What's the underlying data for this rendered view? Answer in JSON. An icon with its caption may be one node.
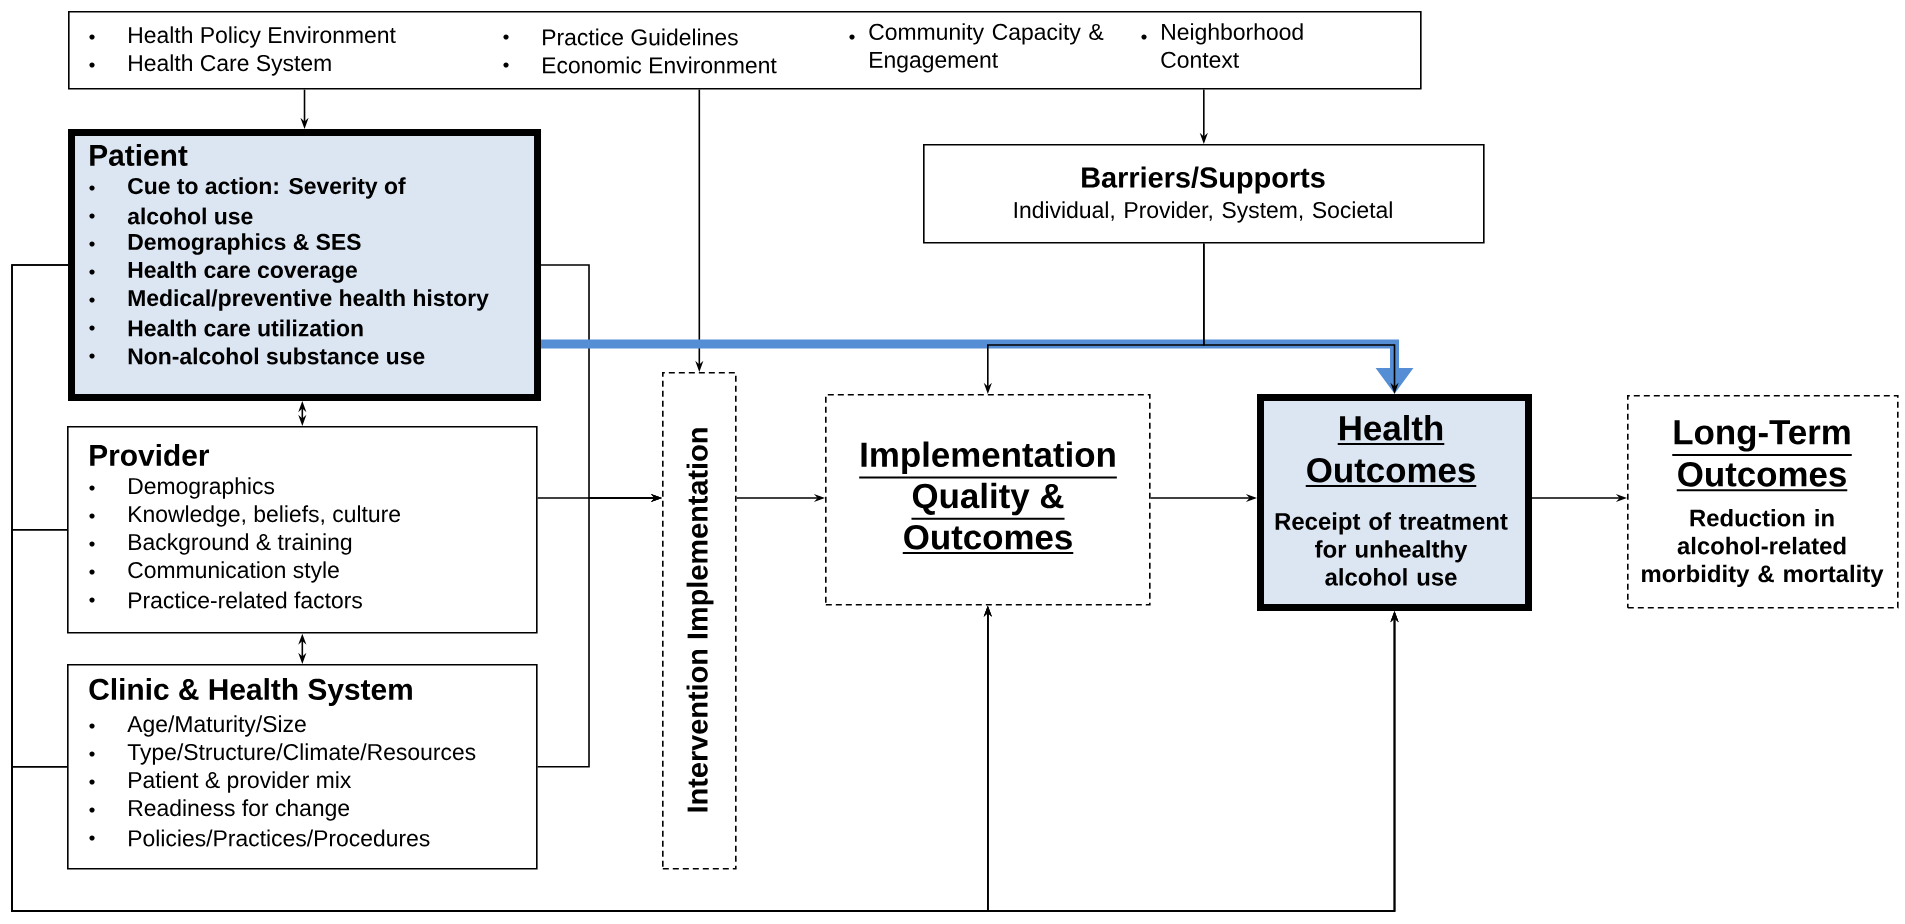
{
  "diagram": {
    "nodes": [
      {
        "text": [
          "Health Policy Environment",
          "Health Care System",
          "Practice Guidelines",
          "Economic Environment",
          "Community Capacity & Engagement",
          "Neighborhood Context"
        ]
      },
      {
        "text": [
          "Patient",
          "Cue to action: Severity of",
          "alcohol use",
          "Demographics & SES",
          "Health care coverage",
          "Medical/preventive health history",
          "Health care utilization",
          "Non-alcohol substance use"
        ]
      },
      {
        "text": [
          "Provider",
          "Demographics",
          "Knowledge, beliefs, culture",
          "Background & training",
          "Communication style",
          "Practice-related factors"
        ]
      },
      {
        "text": [
          "Clinic & Health System",
          "Age/Maturity/Size",
          "Type/Structure/Climate/Resources",
          "Patient & provider mix",
          "Readiness for change",
          "Policies/Practices/Procedures"
        ]
      },
      {
        "text": [
          "Intervention Implementation"
        ]
      },
      {
        "text": [
          "Barriers/Supports",
          "Individual, Provider, System, Societal"
        ]
      },
      {
        "text": [
          "Implementation Quality & Outcomes"
        ]
      },
      {
        "text": [
          "Health Outcomes",
          "Receipt of treatment for unhealthy alcohol use"
        ]
      },
      {
        "text": [
          "Long-Term Outcomes",
          "Reduction in alcohol-related morbidity & mortality"
        ]
      }
    ],
    "edges": [
      {
        "from": 0,
        "to": 1,
        "arrow": "to"
      },
      {
        "from": 0,
        "to": 4,
        "arrow": "to"
      },
      {
        "from": 0,
        "to": 5,
        "arrow": "to"
      },
      {
        "from": 1,
        "to": 2,
        "arrow": "both"
      },
      {
        "from": 2,
        "to": 3,
        "arrow": "both"
      },
      {
        "from": 1,
        "to": 4,
        "arrow": "to"
      },
      {
        "from": 2,
        "to": 4,
        "arrow": "to"
      },
      {
        "from": 3,
        "to": 4,
        "arrow": "to"
      },
      {
        "from": 1,
        "to": 6,
        "arrow": "to"
      },
      {
        "from": 2,
        "to": 6,
        "arrow": "to"
      },
      {
        "from": 3,
        "to": 6,
        "arrow": "to"
      },
      {
        "from": 1,
        "to": 7,
        "arrow": "to"
      },
      {
        "from": 2,
        "to": 7,
        "arrow": "to"
      },
      {
        "from": 3,
        "to": 7,
        "arrow": "to"
      },
      {
        "from": 1,
        "to": 7,
        "arrow": "to",
        "style": "thick",
        "color": "#558ed5"
      },
      {
        "from": 5,
        "to": 6,
        "arrow": "to"
      },
      {
        "from": 5,
        "to": 7,
        "arrow": "to"
      },
      {
        "from": 4,
        "to": 6,
        "arrow": "to"
      },
      {
        "from": 6,
        "to": 7,
        "arrow": "to"
      },
      {
        "from": 7,
        "to": 8,
        "arrow": "to"
      }
    ]
  }
}
